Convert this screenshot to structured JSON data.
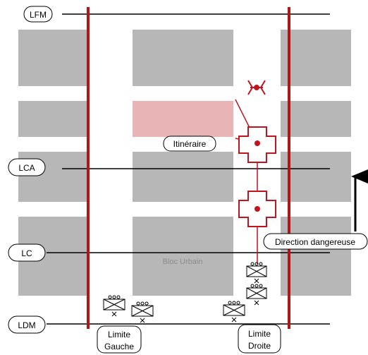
{
  "phase_lines": {
    "lfm": "LFM",
    "lca": "LCA",
    "lc": "LC",
    "ldm": "LDM"
  },
  "labels": {
    "itineraire": "Itinéraire",
    "direction_dangereuse": "Direction dangereuse",
    "bloc_urbain": "Bloc Urbain",
    "limite_gauche_line1": "Limite",
    "limite_gauche_line2": "Gauche",
    "limite_droite_line1": "Limite",
    "limite_droite_line2": "Droite"
  },
  "colors": {
    "boundary": "#b01818",
    "route": "#c0141e",
    "block": "#b7b7b7",
    "objective": "#e8b4b6",
    "phase_line": "#000000"
  },
  "icons": {
    "unit_symbols": "platoon-symbol-icon",
    "checkpoints": "medical-cross-icon",
    "objective_marker": "bypass-obstacle-icon",
    "direction_arrow": "arrow-up-icon"
  }
}
